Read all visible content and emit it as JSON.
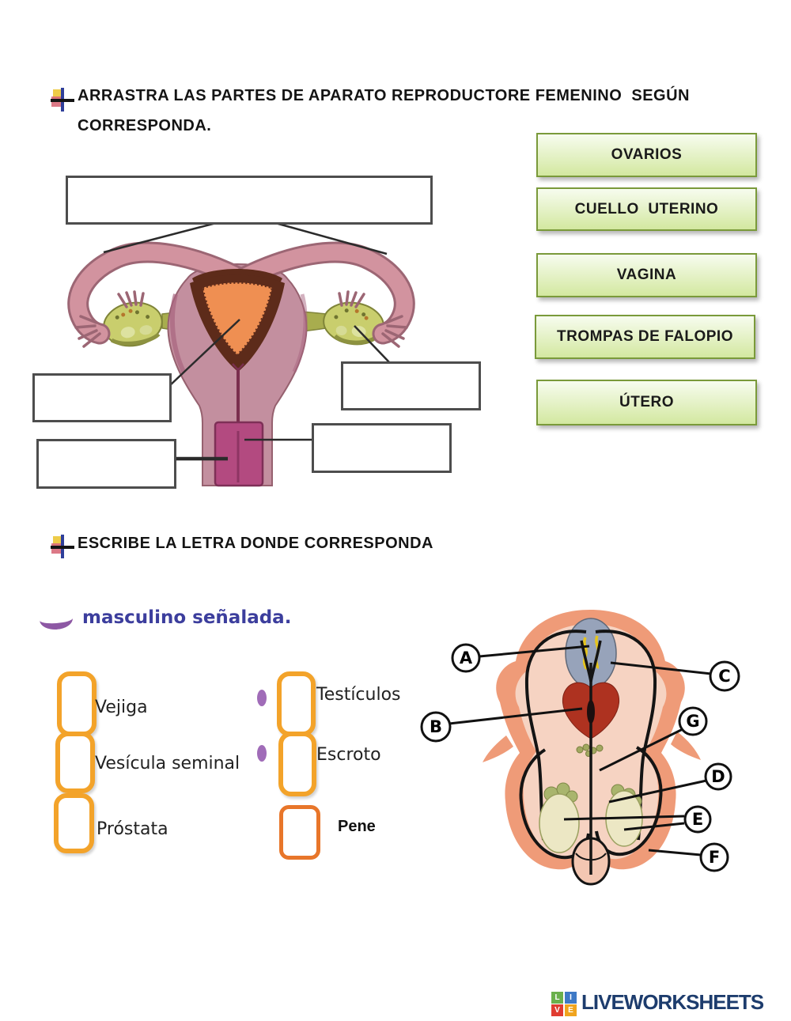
{
  "section1": {
    "heading_line1": "ARRASTRA LAS PARTES DE APARATO REPRODUCTORE FEMENINO  SEGÚN",
    "heading_line2": "CORRESPONDA.",
    "drag_labels": [
      "OVARIOS",
      "CUELLO  UTERINO",
      "VAGINA",
      "TROMPAS DE FALOPIO",
      "ÚTERO"
    ]
  },
  "section2": {
    "heading": "ESCRIBE LA LETRA DONDE CORRESPONDA",
    "subtitle": "masculino señalada.",
    "items_left": [
      "Vejiga",
      "Vesícula seminal",
      "Próstata"
    ],
    "items_right": [
      "Testículos",
      "Escroto"
    ],
    "item_pene": "Pene",
    "diagram_letters": [
      "A",
      "B",
      "C",
      "G",
      "D",
      "E",
      "F"
    ]
  },
  "footer": {
    "logo_letters": [
      "L",
      "I",
      "V",
      "E"
    ],
    "brand": "LIVEWORKSHEETS"
  },
  "colors": {
    "button_green_border": "#7a9a3a",
    "button_green_top": "#f7fcef",
    "button_green_bottom": "#d3e8a0",
    "orange_box_border": "#f3a32a",
    "pene_box_border": "#e8762a",
    "purple_accent": "#8d58a4",
    "subtitle_blue": "#3c3e9d",
    "brand_navy": "#1d3c6d",
    "logo_green": "#6ab04c",
    "logo_blue": "#3e79c6",
    "logo_red": "#e03c31",
    "logo_orange": "#f0a41e"
  }
}
